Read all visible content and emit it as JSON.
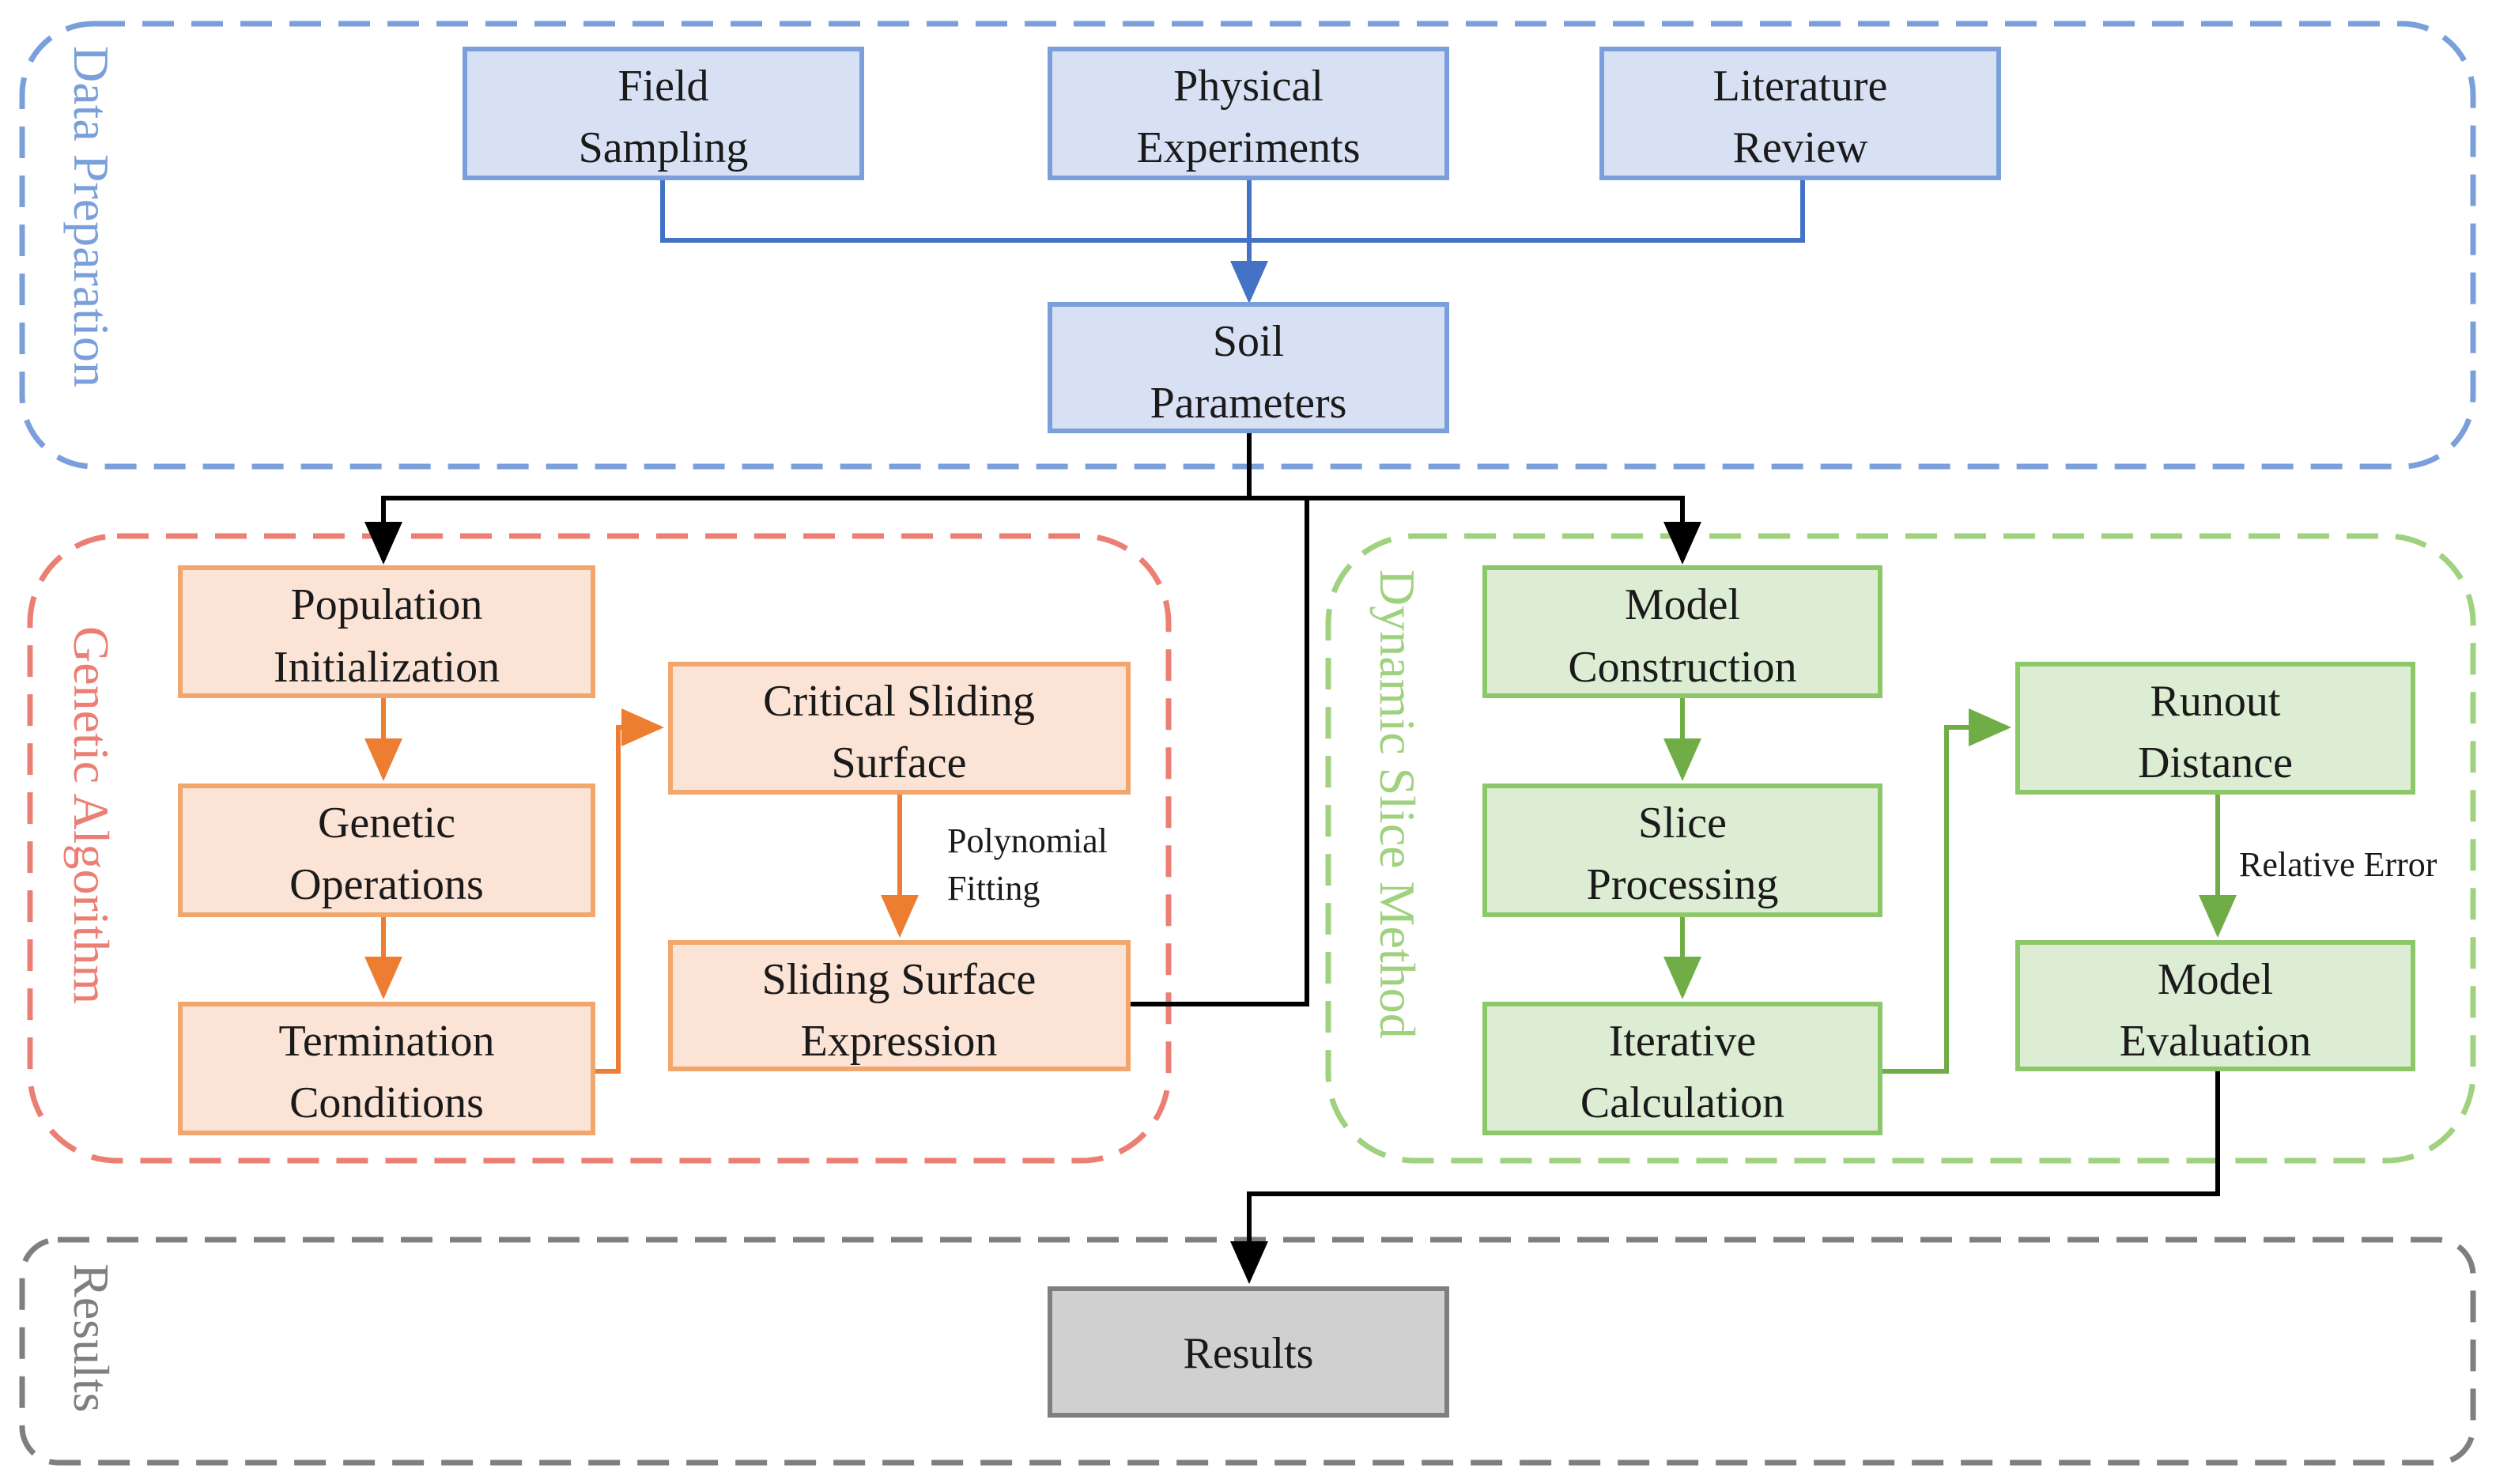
{
  "colors": {
    "blue_stroke": "#7b9fdb",
    "blue_fill": "#d8e1f4",
    "blue_arrow": "#4472c4",
    "red_stroke": "#ec7f74",
    "orange_fill": "#fbe3d6",
    "orange_stroke": "#f0a66d",
    "orange_arrow": "#ed7d31",
    "green_stroke": "#9fd17f",
    "green_fill": "#dcedd3",
    "green_box_stroke": "#8cc76a",
    "green_arrow": "#70ad47",
    "gray_stroke": "#7f7f7f",
    "gray_fill": "#d0d0d0",
    "black": "#000000"
  },
  "groups": {
    "data_preparation": "Data Preparation",
    "genetic_algorithm": "Genetic Algorithm",
    "dynamic_slice_method": "Dynamic Slice Method",
    "results": "Results"
  },
  "nodes": {
    "field_sampling": [
      "Field",
      "Sampling"
    ],
    "physical_experiments": [
      "Physical",
      "Experiments"
    ],
    "literature_review": [
      "Literature",
      "Review"
    ],
    "soil_parameters": [
      "Soil",
      "Parameters"
    ],
    "population_initialization": [
      "Population",
      "Initialization"
    ],
    "genetic_operations": [
      "Genetic",
      "Operations"
    ],
    "termination_conditions": [
      "Termination",
      "Conditions"
    ],
    "critical_sliding_surface": [
      "Critical Sliding",
      "Surface"
    ],
    "sliding_surface_expression": [
      "Sliding Surface",
      "Expression"
    ],
    "model_construction": [
      "Model",
      "Construction"
    ],
    "slice_processing": [
      "Slice",
      "Processing"
    ],
    "iterative_calculation": [
      "Iterative",
      "Calculation"
    ],
    "runout_distance": [
      "Runout",
      "Distance"
    ],
    "model_evaluation": [
      "Model",
      "Evaluation"
    ],
    "results": [
      "Results"
    ]
  },
  "edge_labels": {
    "polynomial_fitting": [
      "Polynomial",
      "Fitting"
    ],
    "relative_error": [
      "Relative Error"
    ]
  }
}
